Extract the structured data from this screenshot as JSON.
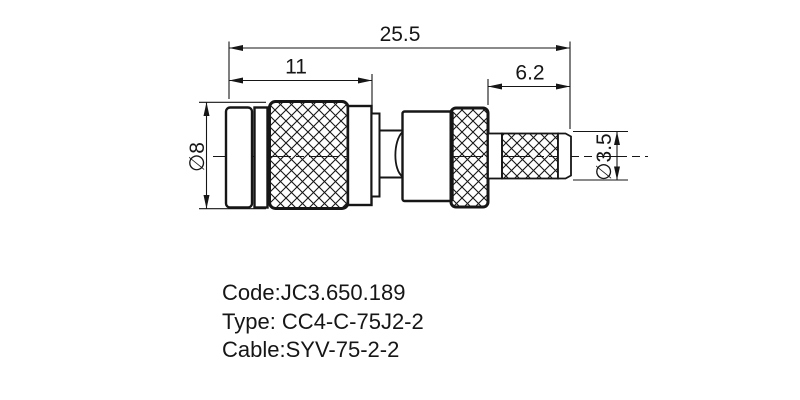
{
  "drawing": {
    "kind": "coaxial-connector-technical-drawing",
    "dimensions": {
      "overall_length": "25.5",
      "body_length": "11",
      "tail_length": "6.2",
      "body_diameter": "∅8",
      "tail_diameter": "∅3.5"
    },
    "info": {
      "code_line": "Code:JC3.650.189",
      "type_line": "Type: CC4-C-75J2-2",
      "cable_line": "Cable:SYV-75-2-2"
    },
    "colors": {
      "line": "#161616",
      "background": "#ffffff"
    }
  }
}
